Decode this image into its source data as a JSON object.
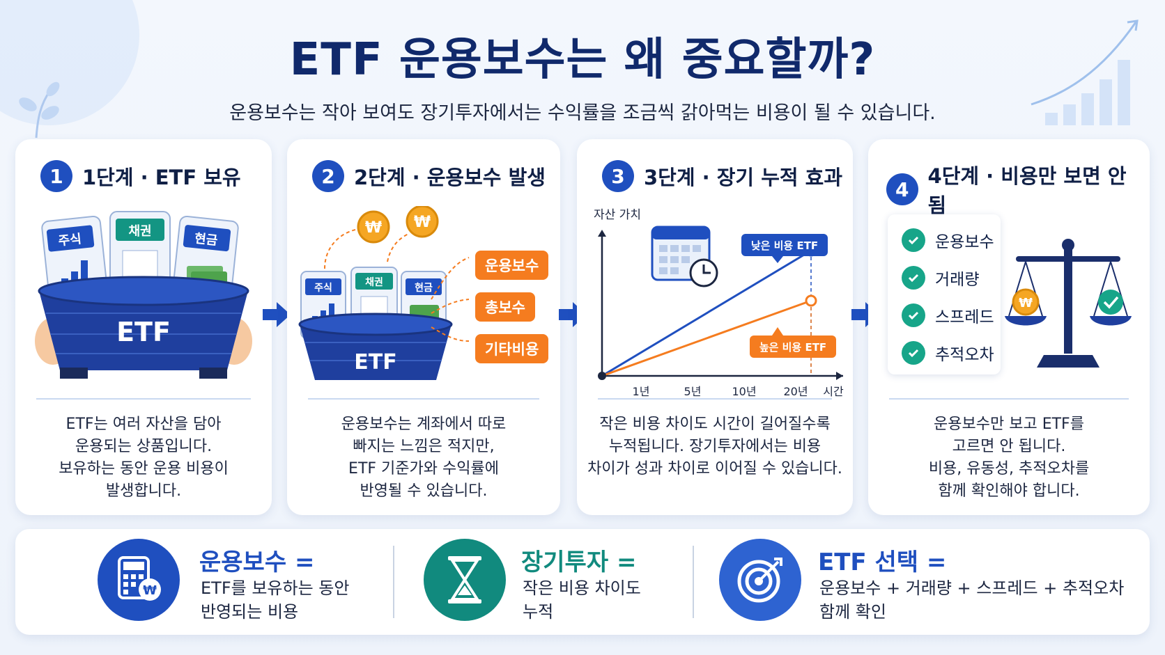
{
  "title": "ETF 운용보수는 왜 중요할까?",
  "subtitle": "운용보수는 작아 보여도 장기투자에서는 수익률을 조금씩 갉아먹는 비용이 될 수 있습니다.",
  "steps": [
    {
      "num": "1",
      "title": "1단계 · ETF 보유",
      "desc_lines": [
        "ETF는 여러 자산을 담아",
        "운용되는 상품입니다.",
        "보유하는 동안 운용 비용이",
        "발생합니다."
      ],
      "cards": [
        "주식",
        "채권",
        "현금"
      ],
      "basket_label": "ETF"
    },
    {
      "num": "2",
      "title": "2단계 · 운용보수 발생",
      "desc_lines": [
        "운용보수는 계좌에서 따로",
        "빠지는 느낌은 적지만,",
        "ETF 기준가와 수익률에",
        "반영될 수 있습니다."
      ],
      "cards": [
        "주식",
        "채권",
        "현금"
      ],
      "basket_label": "ETF",
      "fees": [
        "운용보수",
        "총보수",
        "기타비용"
      ],
      "coin_symbol": "₩"
    },
    {
      "num": "3",
      "title": "3단계 · 장기 누적 효과",
      "desc_lines": [
        "작은 비용 차이도 시간이 길어질수록",
        "누적됩니다. 장기투자에서는 비용",
        "차이가 성과 차이로 이어질 수 있습니다."
      ]
    },
    {
      "num": "4",
      "title": "4단계 · 비용만 보면 안 됨",
      "desc_lines": [
        "운용보수만 보고 ETF를",
        "고르면 안 됩니다.",
        "비용, 유동성, 추적오차를",
        "함께 확인해야 합니다."
      ],
      "checklist": [
        "운용보수",
        "거래량",
        "스프레드",
        "추적오차"
      ],
      "coin_symbol": "₩"
    }
  ],
  "chart_data": {
    "type": "line",
    "ylabel": "자산 가치",
    "xlabel": "시간",
    "categories": [
      "1년",
      "5년",
      "10년",
      "20년"
    ],
    "series": [
      {
        "name": "낮은 비용 ETF",
        "color": "#1f4fbf"
      },
      {
        "name": "높은 비용 ETF",
        "color": "#f57c1f"
      }
    ],
    "grid": false
  },
  "summary": [
    {
      "head": "운용보수 =",
      "body_lines": [
        "ETF를 보유하는 동안",
        "반영되는 비용"
      ],
      "color": "#1f4fbf",
      "coin_symbol": "₩"
    },
    {
      "head": "장기투자 =",
      "body_lines": [
        "작은 비용 차이도",
        "누적"
      ],
      "color": "#118a7e"
    },
    {
      "head": "ETF 선택 =",
      "body_lines": [
        "운용보수 + 거래량 + 스프레드 + 추적오차",
        "함께 확인"
      ],
      "color": "#1f4fbf"
    }
  ],
  "colors": {
    "navy": "#10296b",
    "blue": "#1f4fbf",
    "orange": "#f57c1f",
    "teal": "#118a7e",
    "check_green": "#17a589"
  }
}
